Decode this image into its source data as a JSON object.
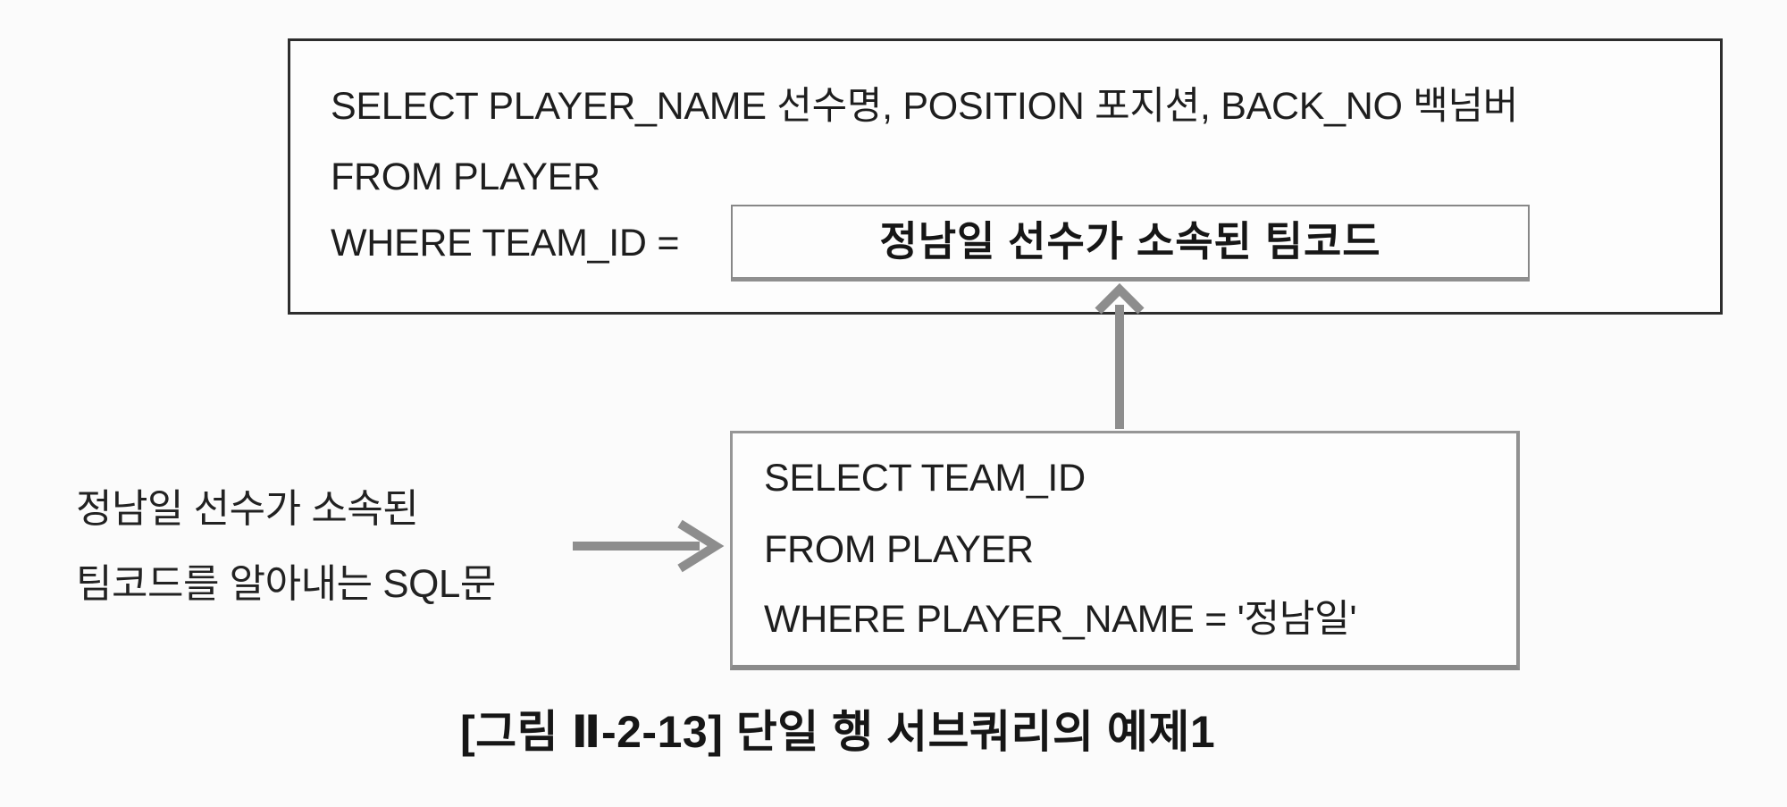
{
  "figure": {
    "main_query_box": {
      "lines": [
        "SELECT PLAYER_NAME 선수명, POSITION 포지션, BACK_NO 백넘버",
        "FROM PLAYER",
        "WHERE TEAM_ID ="
      ],
      "placeholder_label": "정남일 선수가 소속된 팀코드"
    },
    "subquery_box": {
      "lines": [
        "SELECT TEAM_ID",
        "FROM PLAYER",
        "WHERE PLAYER_NAME = '정남일'"
      ]
    },
    "annotation": {
      "lines": [
        "정남일 선수가 소속된",
        "팀코드를 알아내는 SQL문"
      ]
    },
    "caption": "[그림 Ⅱ-2-13] 단일 행 서브쿼리의 예제1",
    "icons": {
      "arrow_up": "↑",
      "arrow_right": "→"
    },
    "colors": {
      "background": "#fbfbfb",
      "main_box_border": "#2d2d2d",
      "gray_box_border": "#8f8f8f",
      "arrow_gray": "#8d8d8d",
      "text": "#1c1c1c"
    }
  }
}
